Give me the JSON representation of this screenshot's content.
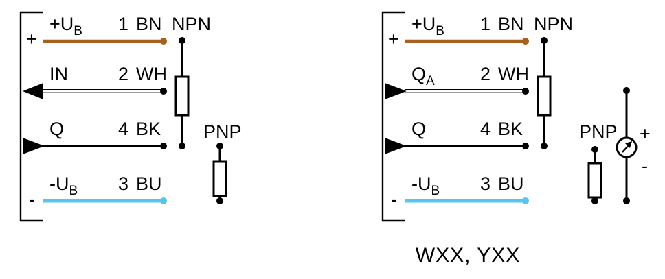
{
  "left_diagram": {
    "plus": "+",
    "minus": "-",
    "npn_label": "NPN",
    "pnp_label": "PNP",
    "rows": [
      {
        "name": "+U",
        "sub": "B",
        "pin": "1",
        "code": "BN"
      },
      {
        "name": "IN",
        "sub": "",
        "pin": "2",
        "code": "WH"
      },
      {
        "name": "Q",
        "sub": "",
        "pin": "4",
        "code": "BK"
      },
      {
        "name": "-U",
        "sub": "B",
        "pin": "3",
        "code": "BU"
      }
    ]
  },
  "right_diagram": {
    "plus": "+",
    "minus": "-",
    "npn_label": "NPN",
    "pnp_label": "PNP",
    "meter_plus": "+",
    "meter_minus": "-",
    "caption": "WXX, YXX",
    "rows": [
      {
        "name": "+U",
        "sub": "B",
        "pin": "1",
        "code": "BN"
      },
      {
        "name": "Q",
        "sub": "A",
        "pin": "2",
        "code": "WH"
      },
      {
        "name": "Q",
        "sub": "",
        "pin": "4",
        "code": "BK"
      },
      {
        "name": "-U",
        "sub": "B",
        "pin": "3",
        "code": "BU"
      }
    ]
  },
  "colors": {
    "brown": "#A9601C",
    "blue": "#55C6F2",
    "black": "#000000"
  }
}
